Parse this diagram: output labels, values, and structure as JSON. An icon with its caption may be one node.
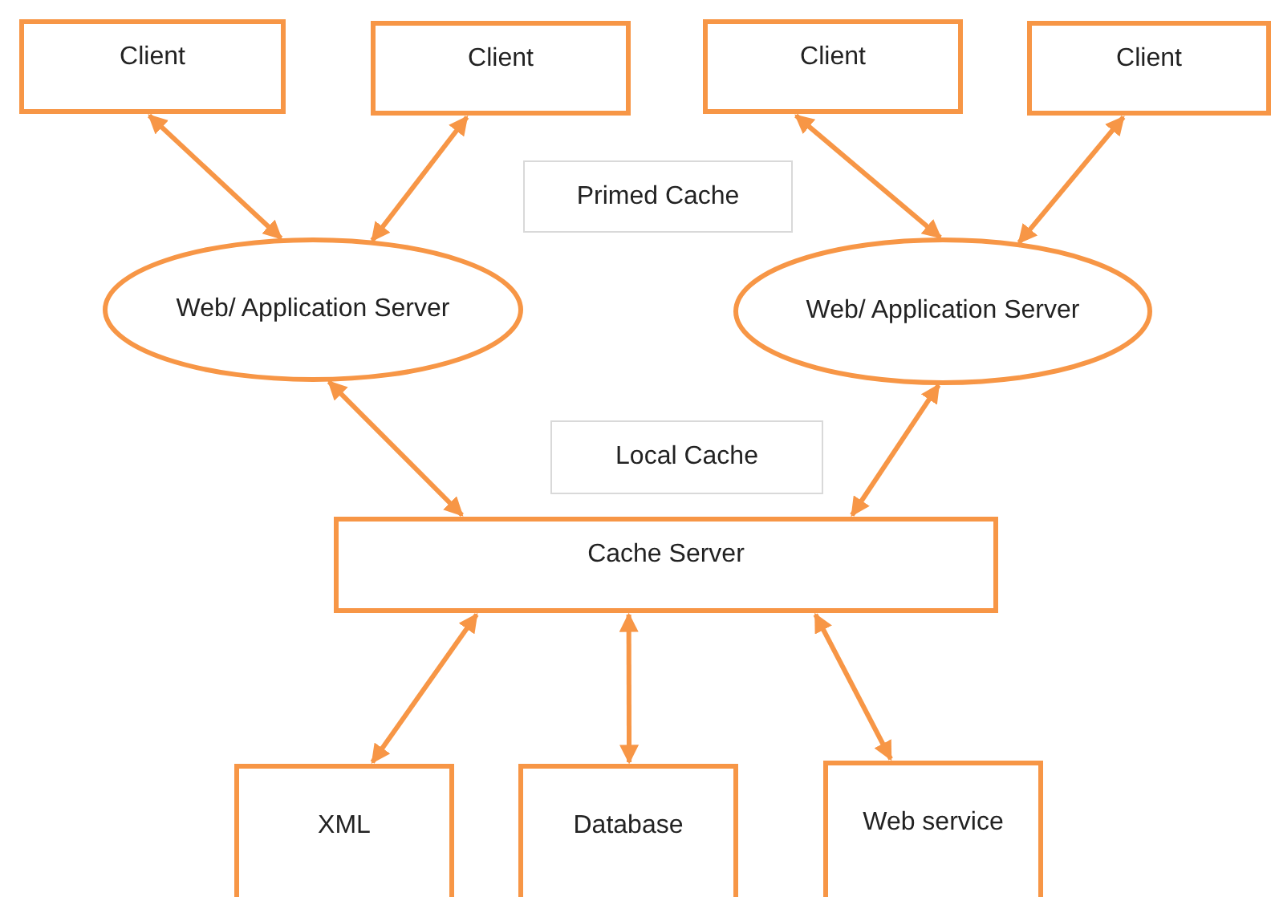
{
  "diagram": {
    "nodes": [
      {
        "text": [
          "Client"
        ]
      },
      {
        "text": [
          "Client"
        ]
      },
      {
        "text": [
          "Client"
        ]
      },
      {
        "text": [
          "Client"
        ]
      },
      {
        "text": [
          "Primed Cache"
        ]
      },
      {
        "text": [
          "Web/ Application Server"
        ]
      },
      {
        "text": [
          "Web/ Application Server"
        ]
      },
      {
        "text": [
          "Local Cache"
        ]
      },
      {
        "text": [
          "Cache Server"
        ]
      },
      {
        "text": [
          "XML"
        ]
      },
      {
        "text": [
          "Database"
        ]
      },
      {
        "text": [
          "Web service"
        ]
      }
    ],
    "edges": [
      {
        "from": 0,
        "to": 5,
        "arrow": "both"
      },
      {
        "from": 1,
        "to": 5,
        "arrow": "both"
      },
      {
        "from": 2,
        "to": 6,
        "arrow": "both"
      },
      {
        "from": 3,
        "to": 6,
        "arrow": "both"
      },
      {
        "from": 5,
        "to": 8,
        "arrow": "both"
      },
      {
        "from": 6,
        "to": 8,
        "arrow": "both"
      },
      {
        "from": 8,
        "to": 9,
        "arrow": "both"
      },
      {
        "from": 8,
        "to": 10,
        "arrow": "both"
      },
      {
        "from": 8,
        "to": 11,
        "arrow": "both"
      }
    ]
  }
}
